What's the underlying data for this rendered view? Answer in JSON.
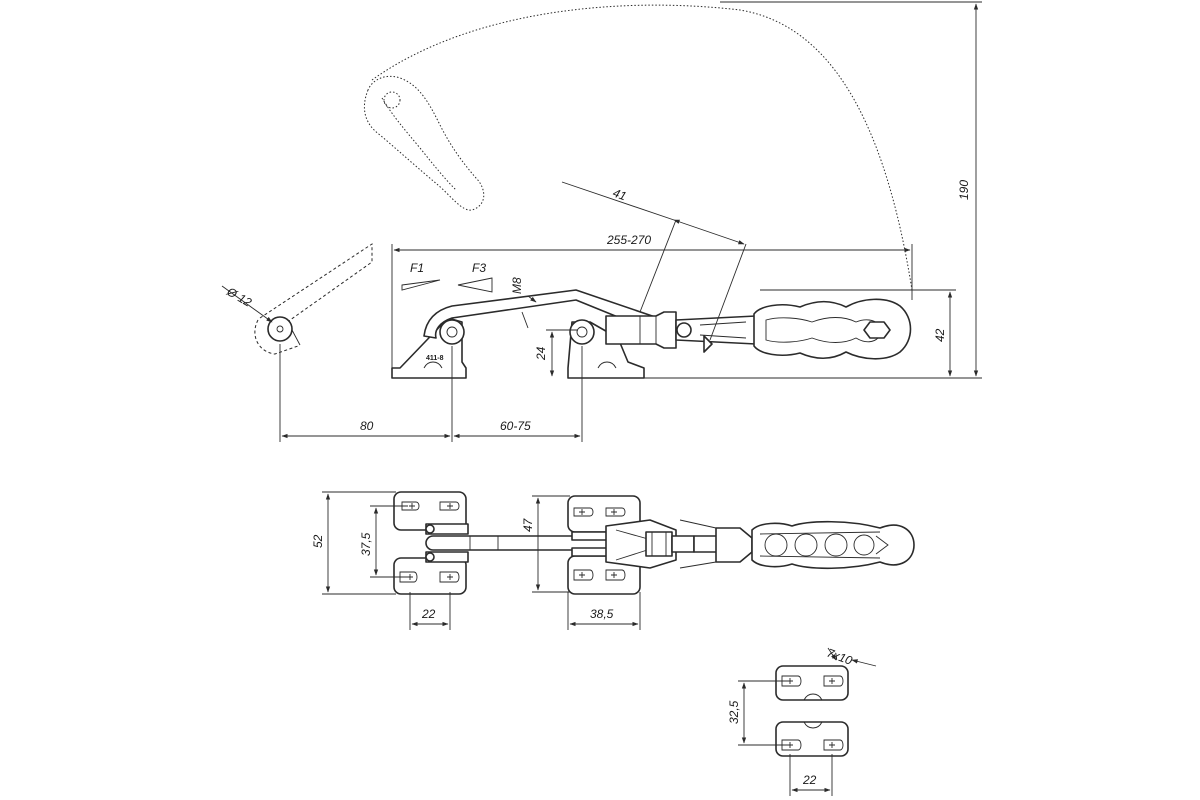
{
  "drawing": {
    "labels": {
      "force_f1": "F1",
      "force_f3": "F3",
      "thread": "M8",
      "model_mark": "411-8"
    },
    "dimensions": {
      "dia_pin": "Ø 12",
      "handle_offset": "41",
      "total_length": "255-270",
      "arc_height": "190",
      "height_42": "42",
      "height_24": "24",
      "dist_80": "80",
      "dist_60_75": "60-75",
      "width_52": "52",
      "width_37_5": "37,5",
      "width_22_left": "22",
      "width_47": "47",
      "width_38_5": "38,5",
      "slot_7x10": "7x10",
      "width_32_5": "32,5",
      "width_22_bottom": "22"
    }
  }
}
